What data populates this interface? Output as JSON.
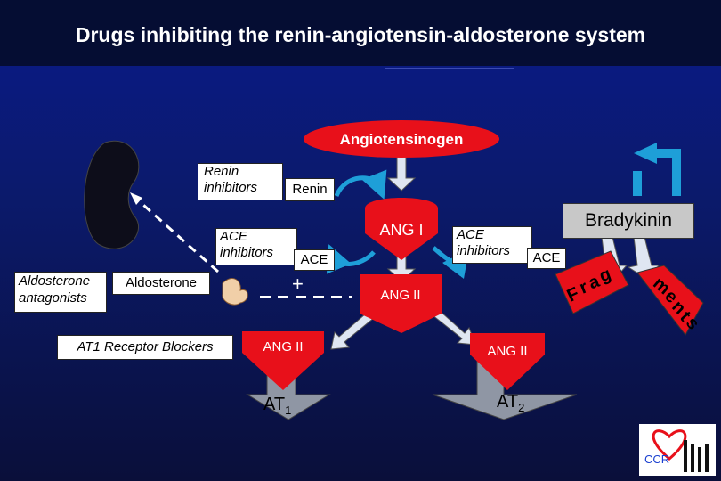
{
  "title": "Drugs inhibiting the renin-angiotensin-aldosterone system",
  "nodes": {
    "angiotensinogen": "Angiotensinogen",
    "ang1": "ANG I",
    "ang2_center": "ANG II",
    "ang2_left": "ANG II",
    "ang2_right": "ANG II",
    "bradykinin": "Bradykinin",
    "renin": "Renin",
    "ace_left": "ACE",
    "ace_right": "ACE",
    "aldosterone": "Aldosterone",
    "plus": "+",
    "fragments": [
      "F",
      "r",
      "a",
      "g",
      "m",
      "e",
      "n",
      "t",
      "s"
    ]
  },
  "drug_boxes": {
    "renin_inhibitors": [
      "Renin",
      "inhibitors"
    ],
    "ace_inhibitors_left": [
      "ACE",
      "inhibitors"
    ],
    "ace_inhibitors_right": [
      "ACE",
      "inhibitors"
    ],
    "aldosterone_antagonists": [
      "Aldosterone",
      "antagonists"
    ],
    "at1_blockers": "AT1 Receptor Blockers"
  },
  "receptors": {
    "at1_main": "AT",
    "at1_sub": "1",
    "at2_main": "AT",
    "at2_sub": "2"
  },
  "logo": {
    "text": "CCR"
  },
  "colors": {
    "red": "#e8101a",
    "cyan": "#1e9fd8",
    "arrow_fill": "#dfe6f2",
    "box_gray": "#c8c8c8"
  }
}
